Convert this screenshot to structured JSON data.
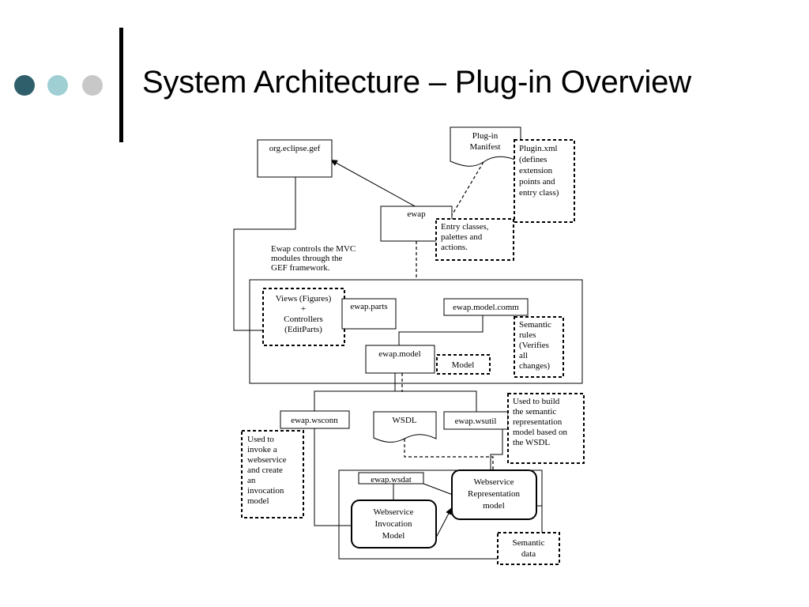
{
  "slide": {
    "title": "System Architecture – Plug-in Overview",
    "bullet_colors": [
      "#2f5f6a",
      "#9fcfd3",
      "#c8c8c8"
    ]
  },
  "diagram": {
    "org_eclipse_gef": "org.eclipse.gef",
    "plugin_manifest": [
      "Plug-in",
      "Manifest"
    ],
    "plugin_xml_note": [
      "Plugin.xml",
      "(defines",
      "extension",
      "points and",
      "entry class)"
    ],
    "ewap": "ewap",
    "entry_classes_note": [
      "Entry classes,",
      "palettes and",
      "actions."
    ],
    "mvc_caption": [
      "Ewap controls the MVC",
      "modules through the",
      "GEF framework."
    ],
    "views_controllers_note": [
      "Views (Figures)",
      "+",
      "Controllers",
      "(EditParts)"
    ],
    "ewap_parts": "ewap.parts",
    "ewap_model_comm": "ewap.model.comm",
    "semantic_rules_note": [
      "Semantic",
      "rules",
      "(Verifies",
      "all",
      "changes)"
    ],
    "ewap_model": "ewap.model",
    "model_note": "Model",
    "ewap_wsconn": "ewap.wsconn",
    "wsdl": "WSDL",
    "ewap_wsutil": "ewap.wsutil",
    "wsutil_note": [
      "Used to build",
      "the semantic",
      "representation",
      "model based on",
      "the WSDL"
    ],
    "wsconn_note": [
      "Used to",
      "invoke a",
      "webservice",
      "and create",
      "an",
      "invocation",
      "model"
    ],
    "ewap_wsdat": "ewap.wsdat",
    "ws_representation": [
      "Webservice",
      "Representation",
      "model"
    ],
    "ws_invocation": [
      "Webservice",
      "Invocation",
      "Model"
    ],
    "semantic_data_note": [
      "Semantic",
      "data"
    ]
  }
}
